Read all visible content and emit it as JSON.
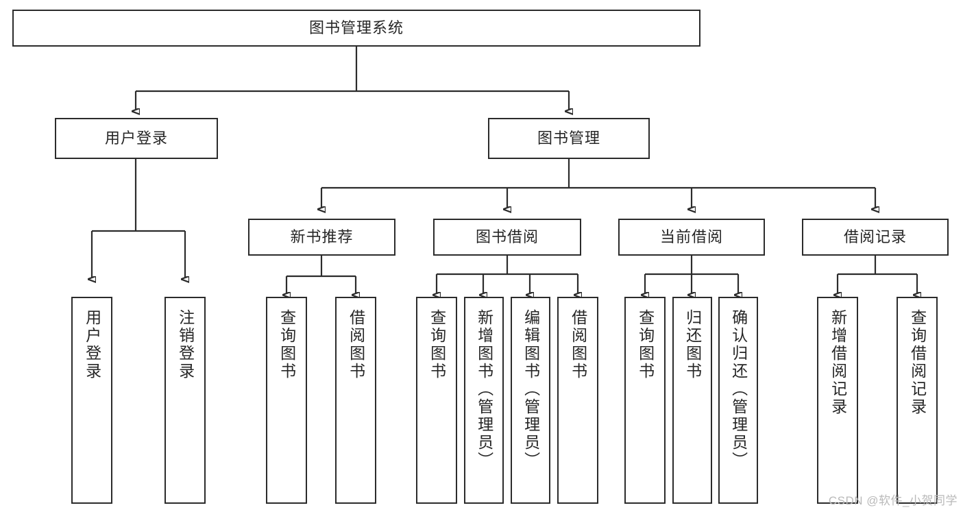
{
  "diagram": {
    "title": "图书管理系统",
    "watermark": "CSDN @软件_小贺同学",
    "accent_color": "#2b2b2b",
    "text_color": "#262626",
    "background_color": "#ffffff",
    "levels": {
      "root": {
        "label": "图书管理系统"
      },
      "level2": [
        {
          "label": "用户登录"
        },
        {
          "label": "图书管理"
        }
      ],
      "level3": [
        {
          "label": "新书推荐"
        },
        {
          "label": "图书借阅"
        },
        {
          "label": "当前借阅"
        },
        {
          "label": "借阅记录"
        }
      ],
      "leaves": {
        "user_login": [
          {
            "label": "用户登录"
          },
          {
            "label": "注销登录"
          }
        ],
        "new_book_recommend": [
          {
            "label": "查询图书"
          },
          {
            "label": "借阅图书"
          }
        ],
        "book_borrow": [
          {
            "label": "查询图书"
          },
          {
            "label": "新增图书（管理员）"
          },
          {
            "label": "编辑图书（管理员）"
          },
          {
            "label": "借阅图书"
          }
        ],
        "current_borrow": [
          {
            "label": "查询图书"
          },
          {
            "label": "归还图书"
          },
          {
            "label": "确认归还（管理员）"
          }
        ],
        "borrow_record": [
          {
            "label": "新增借阅记录"
          },
          {
            "label": "查询借阅记录"
          }
        ]
      }
    }
  }
}
